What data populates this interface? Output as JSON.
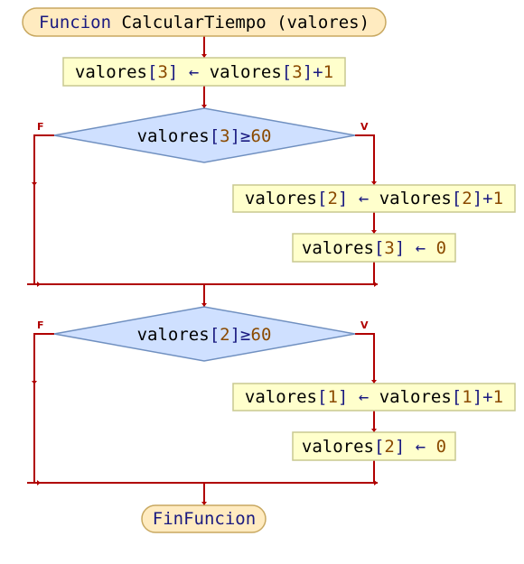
{
  "start": {
    "keyword": "Funcion",
    "text": " CalcularTiempo (valores)"
  },
  "step1": {
    "var": "valores",
    "idx": "3",
    "arrow": "←",
    "rhs_var": "valores",
    "rhs_idx": "3",
    "rhs_op": "+",
    "rhs_num": "1"
  },
  "decision1": {
    "var": "valores",
    "idx": "3",
    "op": "≥",
    "num": "60",
    "false_label": "F",
    "true_label": "V"
  },
  "d1_true_step1": {
    "var": "valores",
    "idx": "2",
    "arrow": "←",
    "rhs_var": "valores",
    "rhs_idx": "2",
    "rhs_op": "+",
    "rhs_num": "1"
  },
  "d1_true_step2": {
    "var": "valores",
    "idx": "3",
    "arrow": "←",
    "num": "0"
  },
  "decision2": {
    "var": "valores",
    "idx": "2",
    "op": "≥",
    "num": "60",
    "false_label": "F",
    "true_label": "V"
  },
  "d2_true_step1": {
    "var": "valores",
    "idx": "1",
    "arrow": "←",
    "rhs_var": "valores",
    "rhs_idx": "1",
    "rhs_op": "+",
    "rhs_num": "1"
  },
  "d2_true_step2": {
    "var": "valores",
    "idx": "2",
    "arrow": "←",
    "num": "0"
  },
  "end": {
    "keyword": "FinFuncion"
  },
  "colors": {
    "line": "#b00000",
    "process_fill": "#ffffcc",
    "process_border": "#c8c890",
    "terminal_fill": "#ffebc0",
    "terminal_border": "#c8a860",
    "decision_fill": "#cfe0ff",
    "decision_border": "#7090c0"
  }
}
